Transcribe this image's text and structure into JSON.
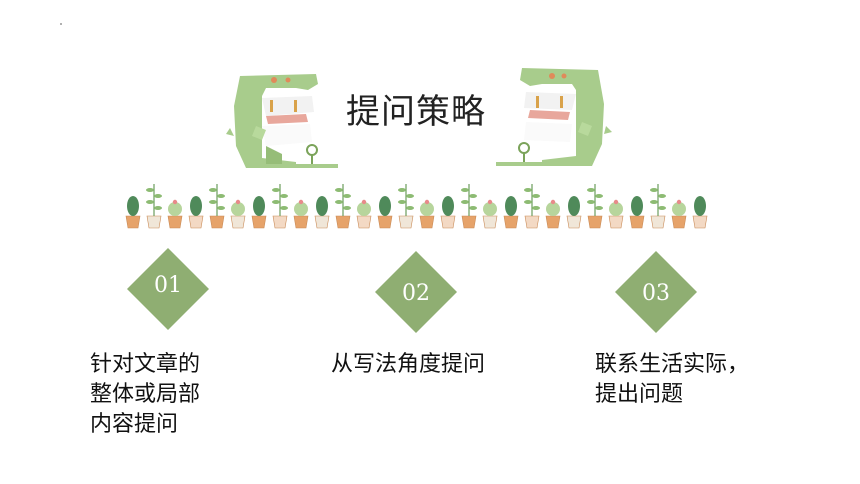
{
  "title": "提问策略",
  "items": [
    {
      "number": "01",
      "text": "针对文章的\n整体或局部\n内容提问"
    },
    {
      "number": "02",
      "text": "从写法角度提问"
    },
    {
      "number": "03",
      "text": "联系生活实际，\n提出问题"
    }
  ],
  "colors": {
    "accent_green": "#8fae72",
    "croc_green": "#a8cc8c",
    "pot_orange": "#e6a36a",
    "text": "#111111"
  }
}
